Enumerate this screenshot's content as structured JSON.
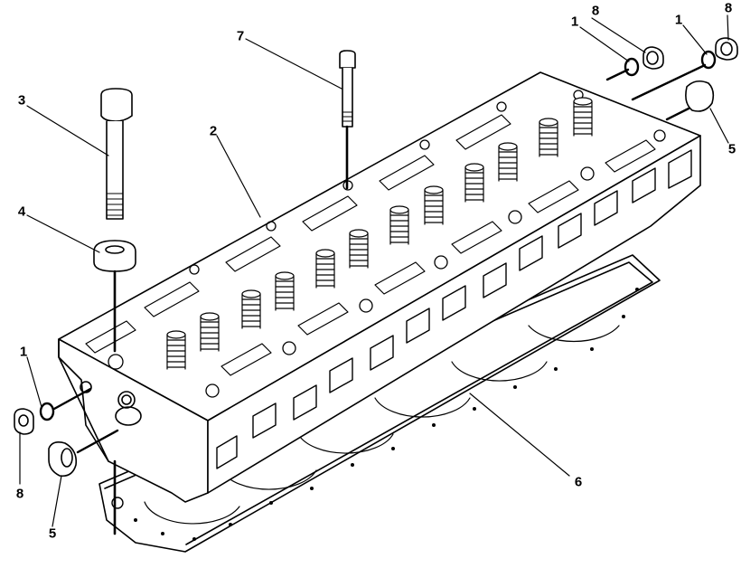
{
  "diagram": {
    "callouts": [
      {
        "id": "c1-rear",
        "label": "1"
      },
      {
        "id": "c1-front",
        "label": "1"
      },
      {
        "id": "c1-left",
        "label": "1"
      },
      {
        "id": "c2",
        "label": "2"
      },
      {
        "id": "c3",
        "label": "3"
      },
      {
        "id": "c4",
        "label": "4"
      },
      {
        "id": "c5-right",
        "label": "5"
      },
      {
        "id": "c5-left",
        "label": "5"
      },
      {
        "id": "c6",
        "label": "6"
      },
      {
        "id": "c7",
        "label": "7"
      },
      {
        "id": "c8-rear",
        "label": "8"
      },
      {
        "id": "c8-front",
        "label": "8"
      },
      {
        "id": "c8-left",
        "label": "8"
      }
    ]
  }
}
